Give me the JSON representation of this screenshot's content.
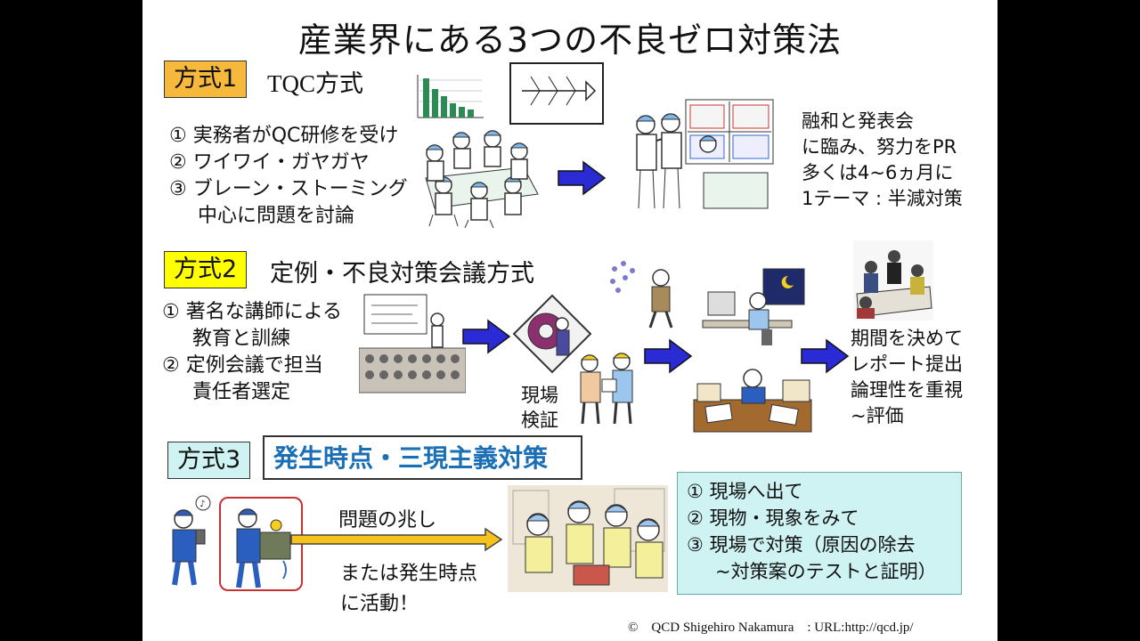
{
  "title": "産業界にある3つの不良ゼロ対策法",
  "method1": {
    "tag": "方式1",
    "heading": "TQC方式",
    "items": [
      "① 実務者がQC研修を受け",
      "② ワイワイ・ガヤガヤ",
      "③ ブレーン・ストーミング",
      "中心に問題を討論"
    ],
    "result": [
      "融和と発表会",
      "に臨み、努力をPR",
      "多くは4~6ヵ月に",
      "1テーマ : 半減対策"
    ]
  },
  "method2": {
    "tag": "方式2",
    "heading": "定例・不良対策会議方式",
    "items": [
      "① 著名な講師による",
      "教育と訓練",
      "② 定例会議で担当",
      "責任者選定"
    ],
    "site_label": [
      "現場",
      "検証"
    ],
    "result": [
      "期間を決めて",
      "レポート提出",
      "論理性を重視",
      "~評価"
    ]
  },
  "method3": {
    "tag": "方式3",
    "heading": "発生時点・三現主義対策",
    "sign_text": "問題の兆し",
    "action": [
      "または発生時点",
      "に活動！"
    ],
    "box": [
      "① 現場へ出て",
      "② 現物・現象をみて",
      "③ 現場で対策（原因の除去",
      "~対策案のテストと証明）"
    ]
  },
  "footer": "©　QCD Shigehiro Nakamura　: URL:http://qcd.jp/",
  "colors": {
    "arrow_blue": "#2b2bd6",
    "arrow_yellow": "#f7c21b",
    "tag1": "#f6b93b",
    "tag2": "#ffff00",
    "tag3": "#cff3f3",
    "heading3": "#1a6fb5"
  }
}
